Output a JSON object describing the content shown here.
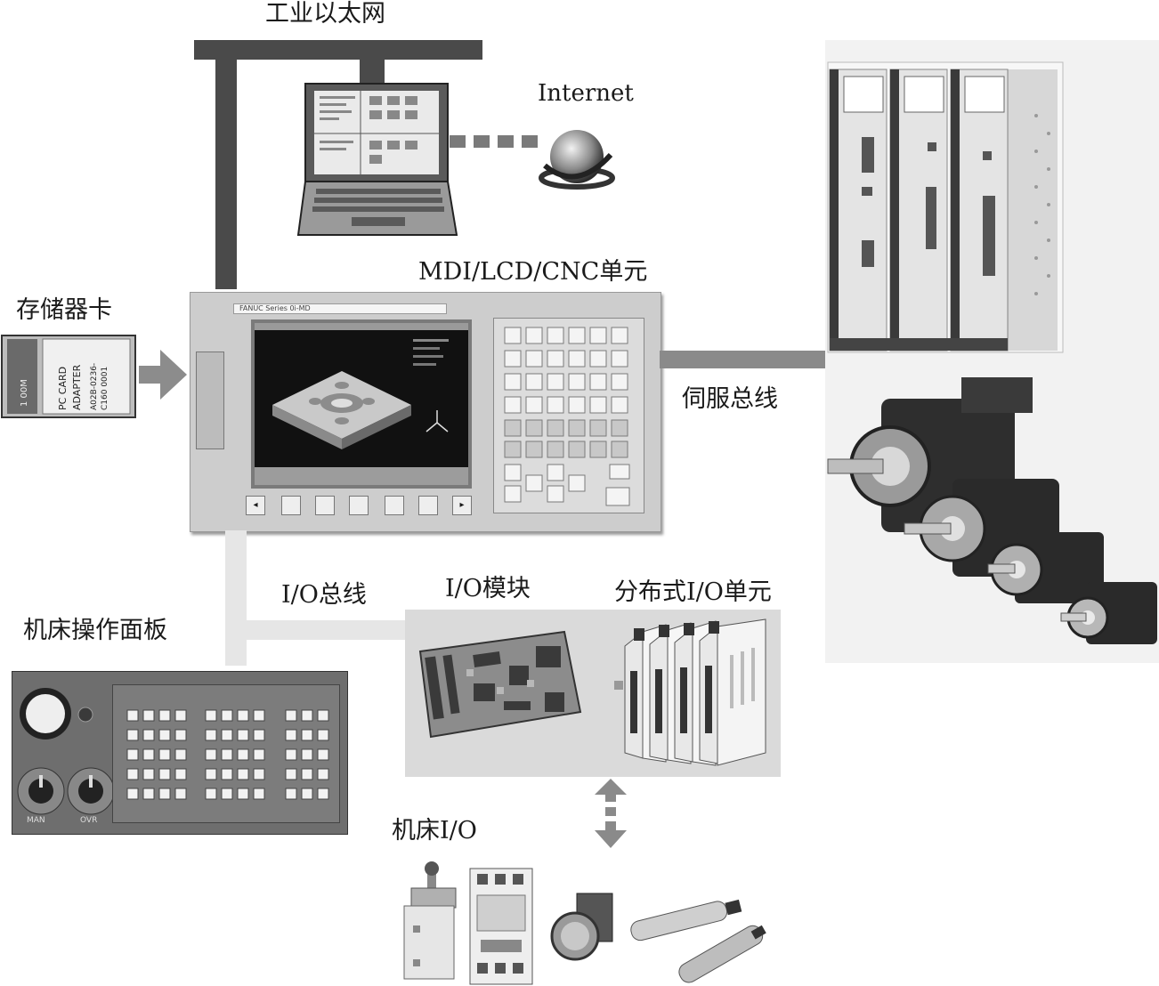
{
  "labels": {
    "ethernet": "工业以太网",
    "internet": "Internet",
    "mdi_unit": "MDI/LCD/CNC单元",
    "memory_card": "存储器卡",
    "servo_bus": "伺服总线",
    "io_bus": "I/O总线",
    "io_module": "I/O模块",
    "distributed_io": "分布式I/O单元",
    "machine_panel": "机床操作面板",
    "machine_io": "机床I/O"
  },
  "card": {
    "line1": "PC CARD",
    "line2": "ADAPTER",
    "line3": "A02B-0236-",
    "line4": "C160 0001",
    "line5": "1 00M"
  },
  "cnc": {
    "brand_line": "FANUC Series 0i-MD"
  },
  "panel": {
    "knob1": "MAN",
    "knob2": "OVR"
  }
}
